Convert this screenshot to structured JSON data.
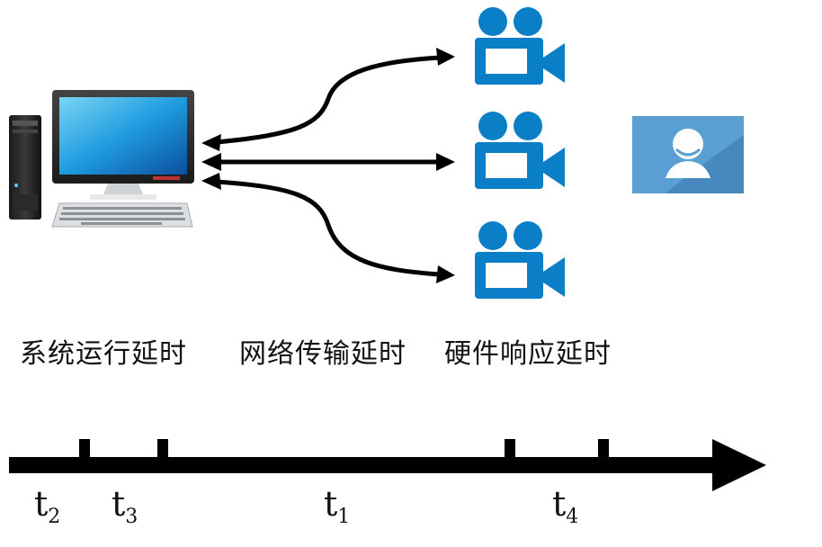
{
  "labels": {
    "system": "系统运行延时",
    "network": "网络传输延时",
    "hardware": "硬件响应延时"
  },
  "timeline": {
    "t2": {
      "base": "t",
      "sub": "2"
    },
    "t3": {
      "base": "t",
      "sub": "3"
    },
    "t1": {
      "base": "t",
      "sub": "1"
    },
    "t4": {
      "base": "t",
      "sub": "4"
    }
  },
  "icons": {
    "computer": "desktop-computer-icon",
    "camera": "video-camera-icon",
    "user": "user-avatar-icon"
  },
  "colors": {
    "camera_blue": "#0a7fc8",
    "user_tile": "#5a9fd4",
    "line": "#000000"
  }
}
